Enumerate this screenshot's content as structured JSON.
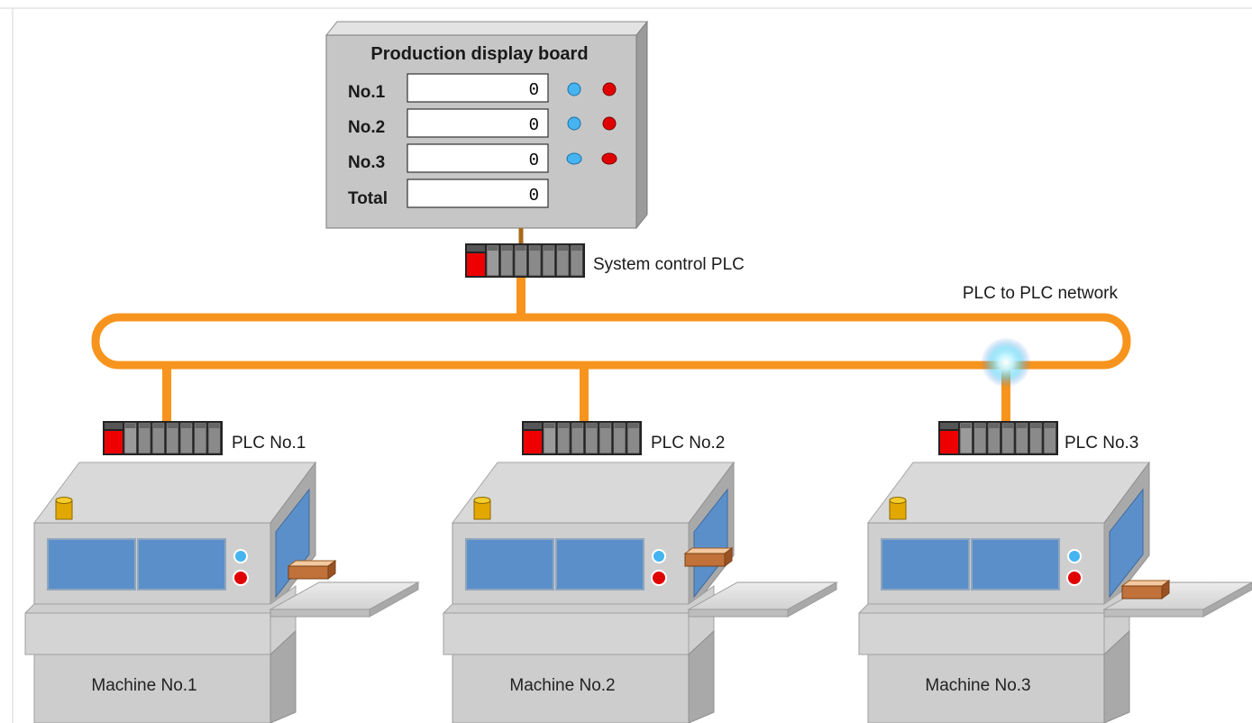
{
  "board": {
    "title": "Production display board",
    "rows": [
      {
        "label": "No.1",
        "value": "0"
      },
      {
        "label": "No.2",
        "value": "0"
      },
      {
        "label": "No.3",
        "value": "0"
      },
      {
        "label": "Total",
        "value": "0"
      }
    ]
  },
  "system_plc_label": "System control PLC",
  "network_label": "PLC to PLC network",
  "plcs": [
    {
      "label": "PLC No.1"
    },
    {
      "label": "PLC No.2"
    },
    {
      "label": "PLC No.3"
    }
  ],
  "machines": [
    {
      "label": "Machine No.1"
    },
    {
      "label": "Machine No.2"
    },
    {
      "label": "Machine No.3"
    }
  ],
  "colors": {
    "network": "#f7941d",
    "lamp_blue": "#45b4f0",
    "lamp_red": "#e00000",
    "screen": "#5b8fc9",
    "plc_red": "#ee0000"
  }
}
